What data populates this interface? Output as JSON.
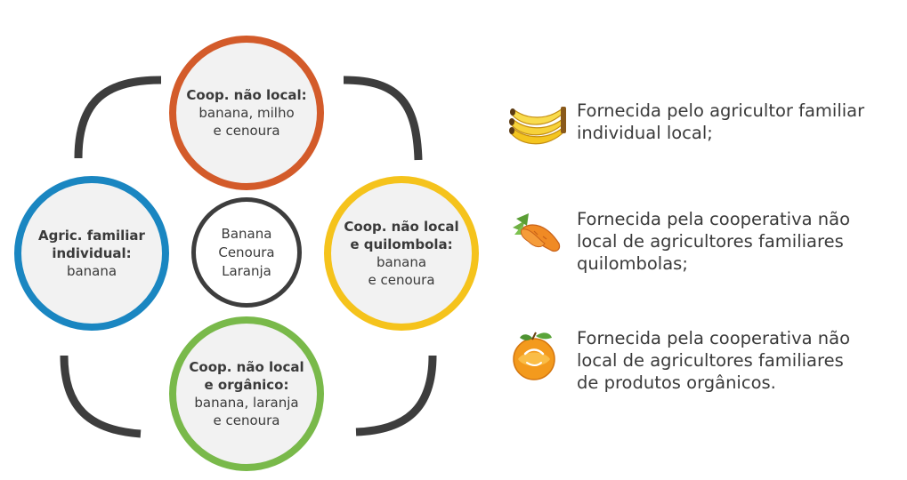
{
  "colors": {
    "top": "#d35b2a",
    "right": "#f5c31c",
    "bottom": "#79b94a",
    "left": "#1a86c1",
    "connector": "#3d3d3d"
  },
  "circles": {
    "top": {
      "title": "Coop. não local:",
      "desc": "banana, milho\ne cenoura"
    },
    "right": {
      "title": "Coop. não local\ne quilombola:",
      "desc": "banana\ne cenoura"
    },
    "bottom": {
      "title": "Coop. não local\ne orgânico:",
      "desc": "banana, laranja\ne cenoura"
    },
    "left": {
      "title": "Agric. familiar\nindividual:",
      "desc": "banana"
    },
    "center": {
      "text": "Banana\nCenoura\nLaranja"
    }
  },
  "legend": [
    {
      "icon": "banana-icon",
      "text": "Fornecida pelo agricultor familiar\nindividual local;"
    },
    {
      "icon": "carrot-icon",
      "text": "Fornecida pela cooperativa não\nlocal de agricultores familiares\nquilombolas;"
    },
    {
      "icon": "orange-icon",
      "text": "Fornecida pela cooperativa não\nlocal de agricultores familiares\nde produtos orgânicos."
    }
  ]
}
